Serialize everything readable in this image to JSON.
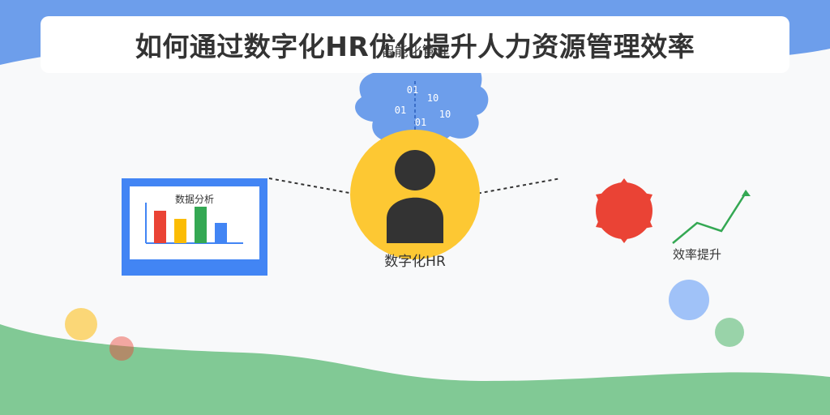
{
  "title": "如何通过数字化HR优化提升人力资源管理效率",
  "cloud": {
    "label": "智能化管理",
    "binary": [
      "01",
      "10",
      "01",
      "10",
      "01"
    ]
  },
  "monitor": {
    "label": "数据分析"
  },
  "center": {
    "label": "数字化HR"
  },
  "trend": {
    "label": "效率提升"
  },
  "colors": {
    "blue": "#4285f4",
    "red": "#ea4335",
    "yellow": "#fbbc04",
    "green": "#34a853",
    "cloud": "#6d9eeb",
    "person_bg": "#fdc833",
    "person": "#333333",
    "top_wave": "#6d9eeb",
    "bottom_wave": "#81c995"
  }
}
